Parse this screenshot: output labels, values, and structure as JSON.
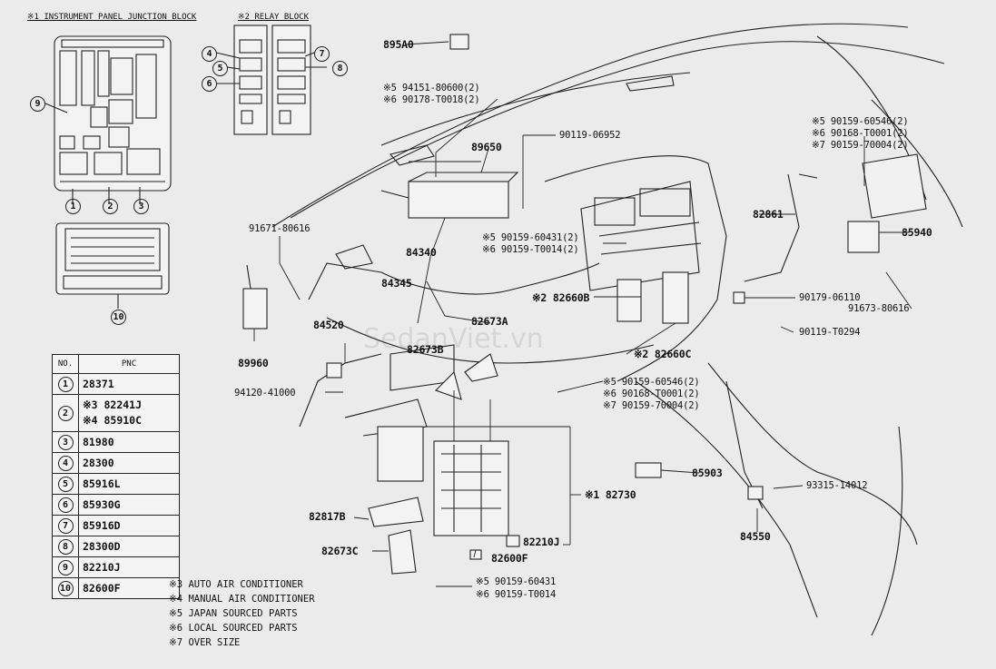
{
  "headers": {
    "ipjb": "※1 INSTRUMENT PANEL JUNCTION BLOCK",
    "relay": "※2 RELAY BLOCK"
  },
  "relay_callouts": [
    "4",
    "5",
    "6",
    "7",
    "8"
  ],
  "jb_callouts": [
    "9",
    "1",
    "2",
    "3",
    "10"
  ],
  "parts": {
    "p895A0": "895A0",
    "p94151": "※5 94151-80600(2)",
    "p90178": "※6 90178-T0018(2)",
    "p90119a": "90119-06952",
    "p89650": "89650",
    "p91671": "91671-80616",
    "p84340": "84340",
    "p90159_60431": "※5 90159-60431(2)",
    "p90159_T0014": "※6 90159-T0014(2)",
    "p84345": "84345",
    "p82660B": "※2 82660B",
    "p82673A": "82673A",
    "p84520": "84520",
    "p82673B": "82673B",
    "p89960": "89960",
    "p94120": "94120-41000",
    "p82660C": "※2 82660C",
    "p90159_60546a": "※5 90159-60546(2)",
    "p90168a": "※6 90168-T0001(2)",
    "p90159_70004a": "※7 90159-70004(2)",
    "p82861": "82861",
    "p85940": "85940",
    "p90179": "90179-06110",
    "p91673": "91673-80616",
    "p90119b": "90119-T0294",
    "p90159_60546b": "※5 90159-60546(2)",
    "p90168b": "※6 90168-T0001(2)",
    "p90159_70004b": "※7 90159-70004(2)",
    "p85903": "85903",
    "p93315": "93315-14012",
    "p84550": "84550",
    "p82730": "※1 82730",
    "p82817B": "82817B",
    "p82210J": "82210J",
    "p82673C": "82673C",
    "p82600F": "82600F",
    "p90159_60431b": "※5 90159-60431",
    "p90159_T0014b": "※6 90159-T0014"
  },
  "table": {
    "col_no": "NO.",
    "col_pnc": "PNC",
    "rows": [
      {
        "no": "1",
        "pnc": [
          "28371"
        ]
      },
      {
        "no": "2",
        "pnc": [
          "※3 82241J",
          "※4 85910C"
        ]
      },
      {
        "no": "3",
        "pnc": [
          "81980"
        ]
      },
      {
        "no": "4",
        "pnc": [
          "28300"
        ]
      },
      {
        "no": "5",
        "pnc": [
          "85916L"
        ]
      },
      {
        "no": "6",
        "pnc": [
          "85930G"
        ]
      },
      {
        "no": "7",
        "pnc": [
          "85916D"
        ]
      },
      {
        "no": "8",
        "pnc": [
          "28300D"
        ]
      },
      {
        "no": "9",
        "pnc": [
          "82210J"
        ]
      },
      {
        "no": "10",
        "pnc": [
          "82600F"
        ]
      }
    ]
  },
  "notes": [
    "※3 AUTO AIR CONDITIONER",
    "※4 MANUAL AIR CONDITIONER",
    "※5 JAPAN SOURCED PARTS",
    "※6 LOCAL SOURCED PARTS",
    "※7 OVER SIZE"
  ],
  "watermark": "SedanViet.vn"
}
